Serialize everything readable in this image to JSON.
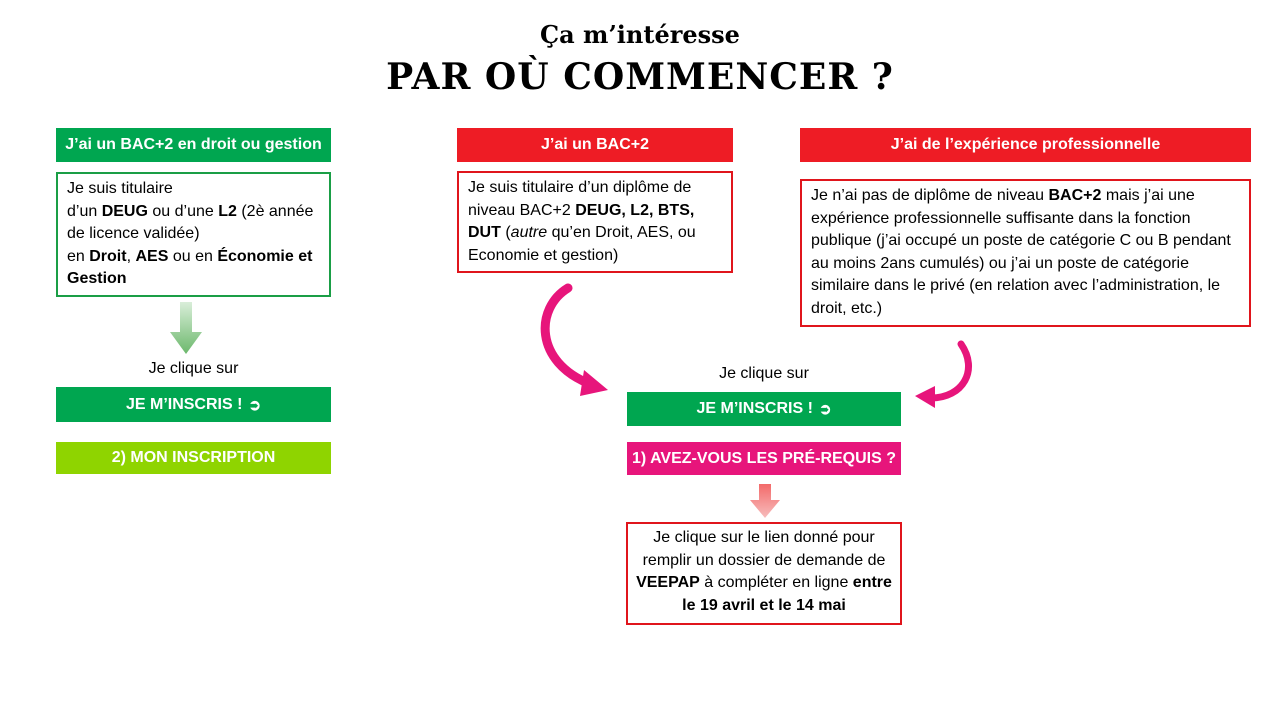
{
  "title": {
    "line1": "Ça m’intéresse",
    "line2": "PAR OÙ COMMENCER ?"
  },
  "left": {
    "header": "J’ai un BAC+2 en droit ou gestion",
    "text": {
      "t1": "Je suis titulaire",
      "t2": "d’un ",
      "t3": "DEUG",
      "t4": " ou d’une ",
      "t5": "L2",
      "t6": " (2è année de licence validée)",
      "t7": "en ",
      "t8": "Droit",
      "t9": ", ",
      "t10": "AES",
      "t11": " ou en ",
      "t12": "Économie et Gestion"
    },
    "caption": "Je clique sur",
    "button": "JE M’INSCRIS !",
    "button_icon": "➲",
    "step": "2) MON INSCRIPTION"
  },
  "middle": {
    "header": "J’ai un BAC+2",
    "text": {
      "t1": "Je suis titulaire d’un diplôme de niveau BAC+2 ",
      "t2": "DEUG, L2, BTS, DUT",
      "t3": " (",
      "t4": "autre",
      "t5": " qu’en Droit, AES, ou Economie et gestion)"
    }
  },
  "right": {
    "header": "J’ai de l’expérience professionnelle",
    "text": {
      "t1": "Je n’ai pas de diplôme de niveau ",
      "t2": "BAC+2",
      "t3": "  mais j’ai une expérience professionnelle suffisante dans la fonction publique (j’ai occupé un poste de catégorie C ou B pendant au moins 2ans cumulés) ou j’ai un poste de catégorie similaire dans le privé (en relation avec l’administration, le droit, etc.)"
    }
  },
  "center": {
    "caption": "Je clique sur",
    "button": "JE M’INSCRIS !",
    "button_icon": "➲",
    "step": "1) AVEZ-VOUS LES PRÉ-REQUIS ?",
    "final": {
      "t1": "Je clique sur le lien donné pour remplir un dossier de demande de ",
      "t2": "VEEPAP",
      "t3": " à compléter en ligne ",
      "t4": "entre le 19 avril et le 14 mai"
    }
  },
  "colors": {
    "green": "#00a650",
    "red": "#ee1c25",
    "lime": "#8fd400",
    "pink": "#e7157b"
  }
}
